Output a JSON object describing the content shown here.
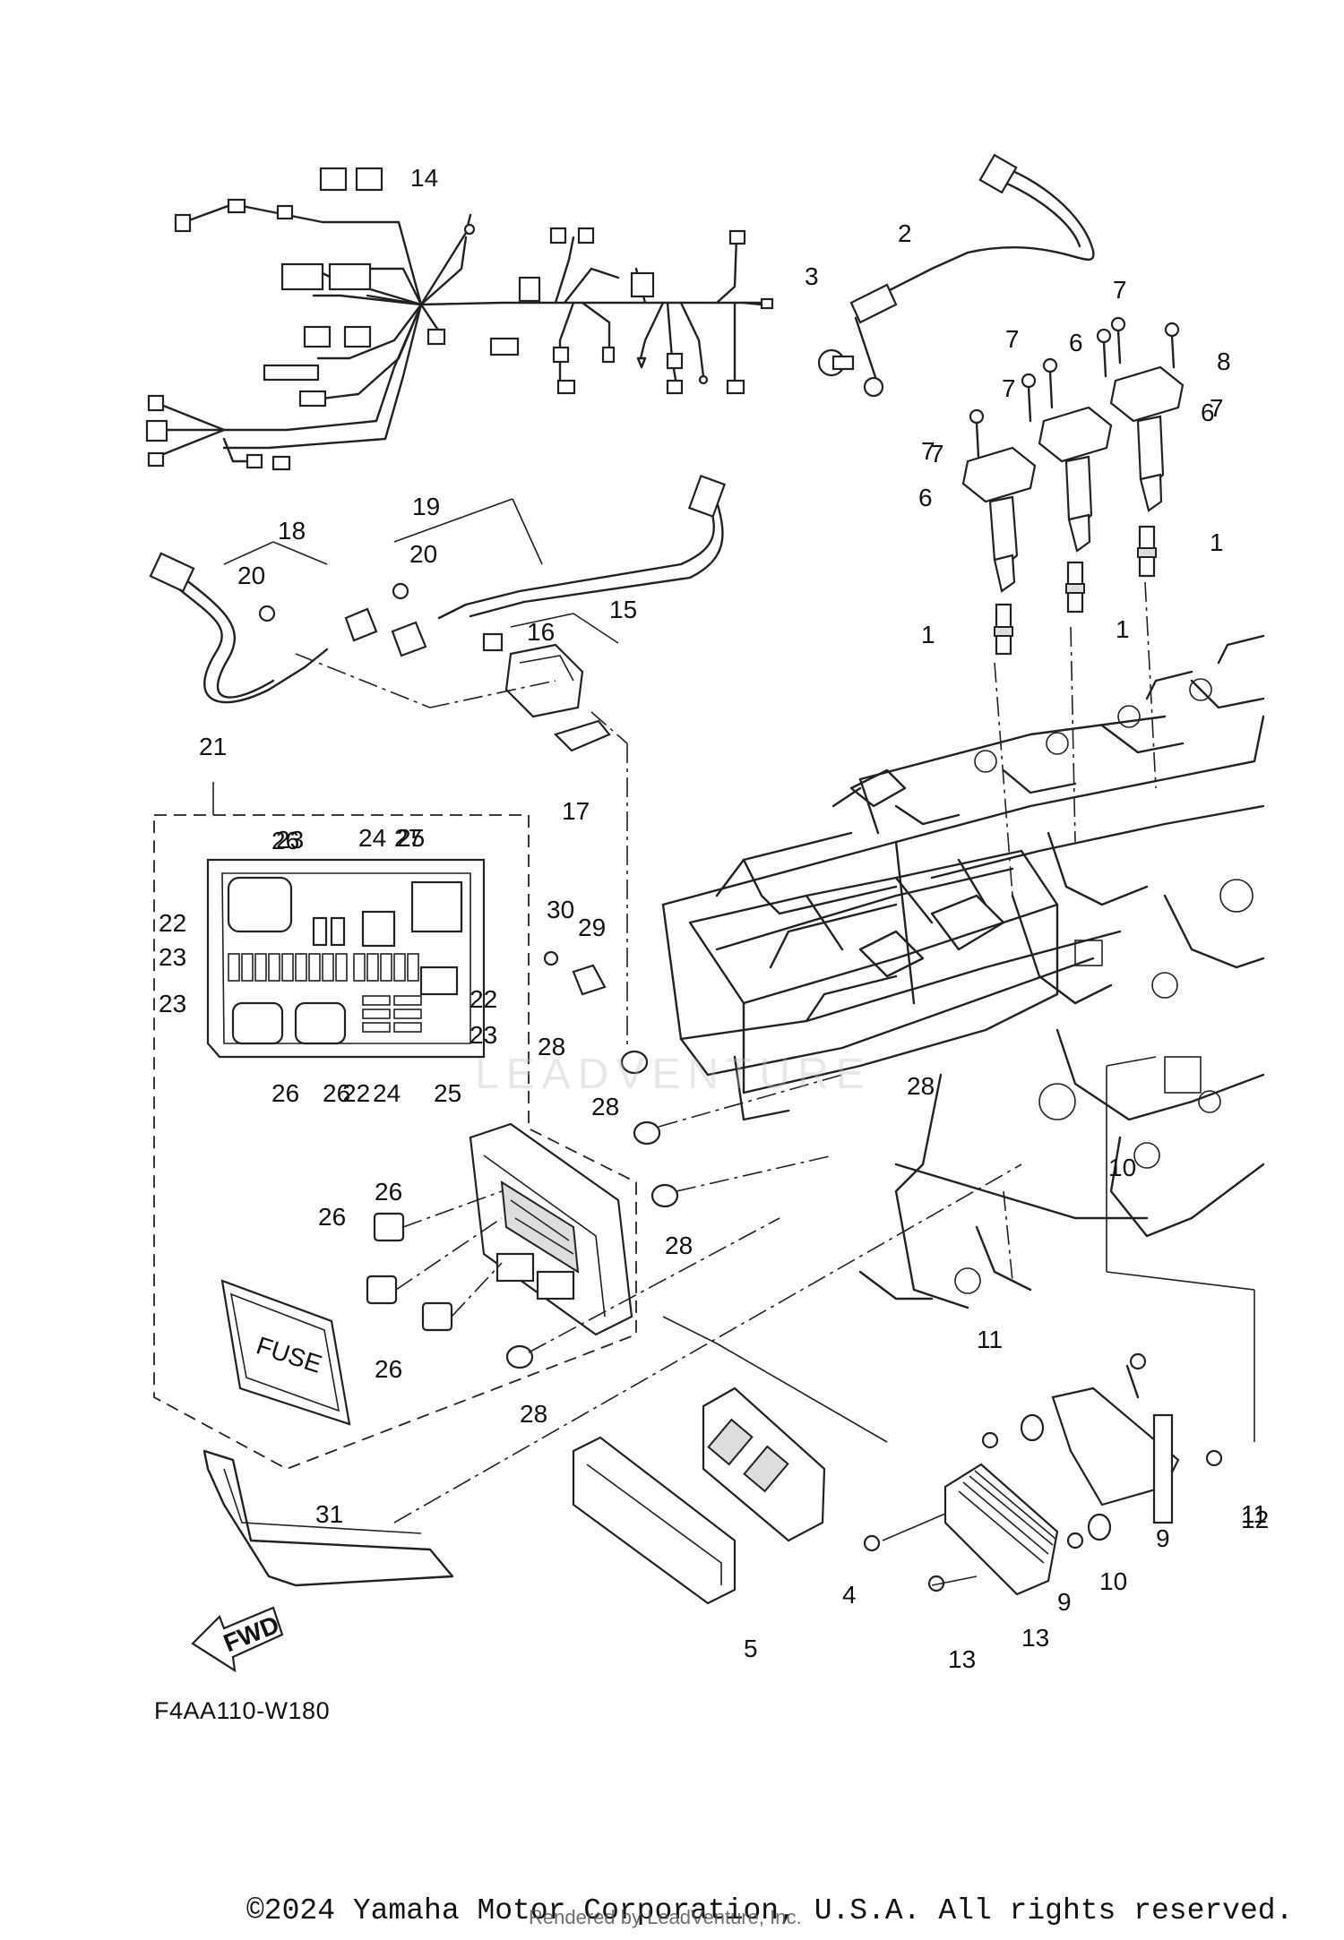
{
  "diagram": {
    "code": "F4AA110-W180",
    "fwd_label": "FWD",
    "fuse_label": "FUSE",
    "watermark": "LEADVENTURE",
    "callouts": [
      "1",
      "1",
      "1",
      "2",
      "3",
      "4",
      "5",
      "6",
      "6",
      "6",
      "7",
      "7",
      "7",
      "7",
      "7",
      "7",
      "8",
      "9",
      "9",
      "10",
      "10",
      "11",
      "11",
      "12",
      "13",
      "13",
      "14",
      "15",
      "16",
      "17",
      "18",
      "19",
      "20",
      "20",
      "21",
      "22",
      "22",
      "22",
      "23",
      "23",
      "23",
      "23",
      "24",
      "24",
      "25",
      "25",
      "26",
      "26",
      "26",
      "26",
      "26",
      "26",
      "27",
      "28",
      "28",
      "28",
      "28",
      "28",
      "29",
      "30",
      "31"
    ]
  },
  "footer": {
    "copyright": "©2024 Yamaha Motor Corporation, U.S.A. All rights reserved.",
    "rendered_by": "Rendered by LeadVenture, Inc."
  }
}
